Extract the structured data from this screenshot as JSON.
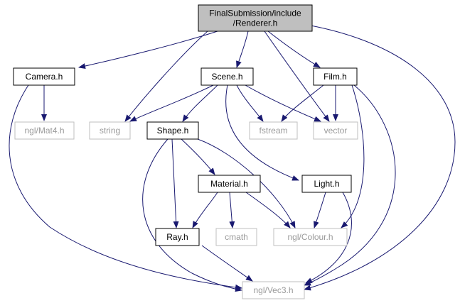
{
  "colors": {
    "edge": "#191970",
    "root_fill": "#bfbfbf",
    "local_border": "#000000",
    "system_border": "#bfbfbf",
    "system_text": "#9a9a9a"
  },
  "nodes": [
    {
      "id": "root",
      "lines": [
        "FinalSubmission/include",
        "/Renderer.h"
      ],
      "kind": "root"
    },
    {
      "id": "camera",
      "lines": [
        "Camera.h"
      ],
      "kind": "local"
    },
    {
      "id": "scene",
      "lines": [
        "Scene.h"
      ],
      "kind": "local"
    },
    {
      "id": "film",
      "lines": [
        "Film.h"
      ],
      "kind": "local"
    },
    {
      "id": "mat4",
      "lines": [
        "ngl/Mat4.h"
      ],
      "kind": "system"
    },
    {
      "id": "string",
      "lines": [
        "string"
      ],
      "kind": "system"
    },
    {
      "id": "shape",
      "lines": [
        "Shape.h"
      ],
      "kind": "local"
    },
    {
      "id": "fstream",
      "lines": [
        "fstream"
      ],
      "kind": "system"
    },
    {
      "id": "vector",
      "lines": [
        "vector"
      ],
      "kind": "system"
    },
    {
      "id": "material",
      "lines": [
        "Material.h"
      ],
      "kind": "local"
    },
    {
      "id": "light",
      "lines": [
        "Light.h"
      ],
      "kind": "local"
    },
    {
      "id": "ray",
      "lines": [
        "Ray.h"
      ],
      "kind": "local"
    },
    {
      "id": "cmath",
      "lines": [
        "cmath"
      ],
      "kind": "system"
    },
    {
      "id": "colour",
      "lines": [
        "ngl/Colour.h"
      ],
      "kind": "system"
    },
    {
      "id": "vec3",
      "lines": [
        "ngl/Vec3.h"
      ],
      "kind": "system"
    }
  ],
  "edges": [
    [
      "root",
      "camera"
    ],
    [
      "root",
      "string"
    ],
    [
      "root",
      "scene"
    ],
    [
      "root",
      "vector"
    ],
    [
      "root",
      "film"
    ],
    [
      "root",
      "vec3"
    ],
    [
      "camera",
      "mat4"
    ],
    [
      "camera",
      "vec3"
    ],
    [
      "scene",
      "string"
    ],
    [
      "scene",
      "shape"
    ],
    [
      "scene",
      "fstream"
    ],
    [
      "scene",
      "vector"
    ],
    [
      "scene",
      "light"
    ],
    [
      "film",
      "fstream"
    ],
    [
      "film",
      "vector"
    ],
    [
      "film",
      "colour"
    ],
    [
      "film",
      "vec3"
    ],
    [
      "shape",
      "material"
    ],
    [
      "shape",
      "ray"
    ],
    [
      "shape",
      "colour"
    ],
    [
      "shape",
      "vec3"
    ],
    [
      "material",
      "ray"
    ],
    [
      "material",
      "cmath"
    ],
    [
      "material",
      "colour"
    ],
    [
      "light",
      "colour"
    ],
    [
      "light",
      "vec3"
    ],
    [
      "ray",
      "vec3"
    ]
  ]
}
